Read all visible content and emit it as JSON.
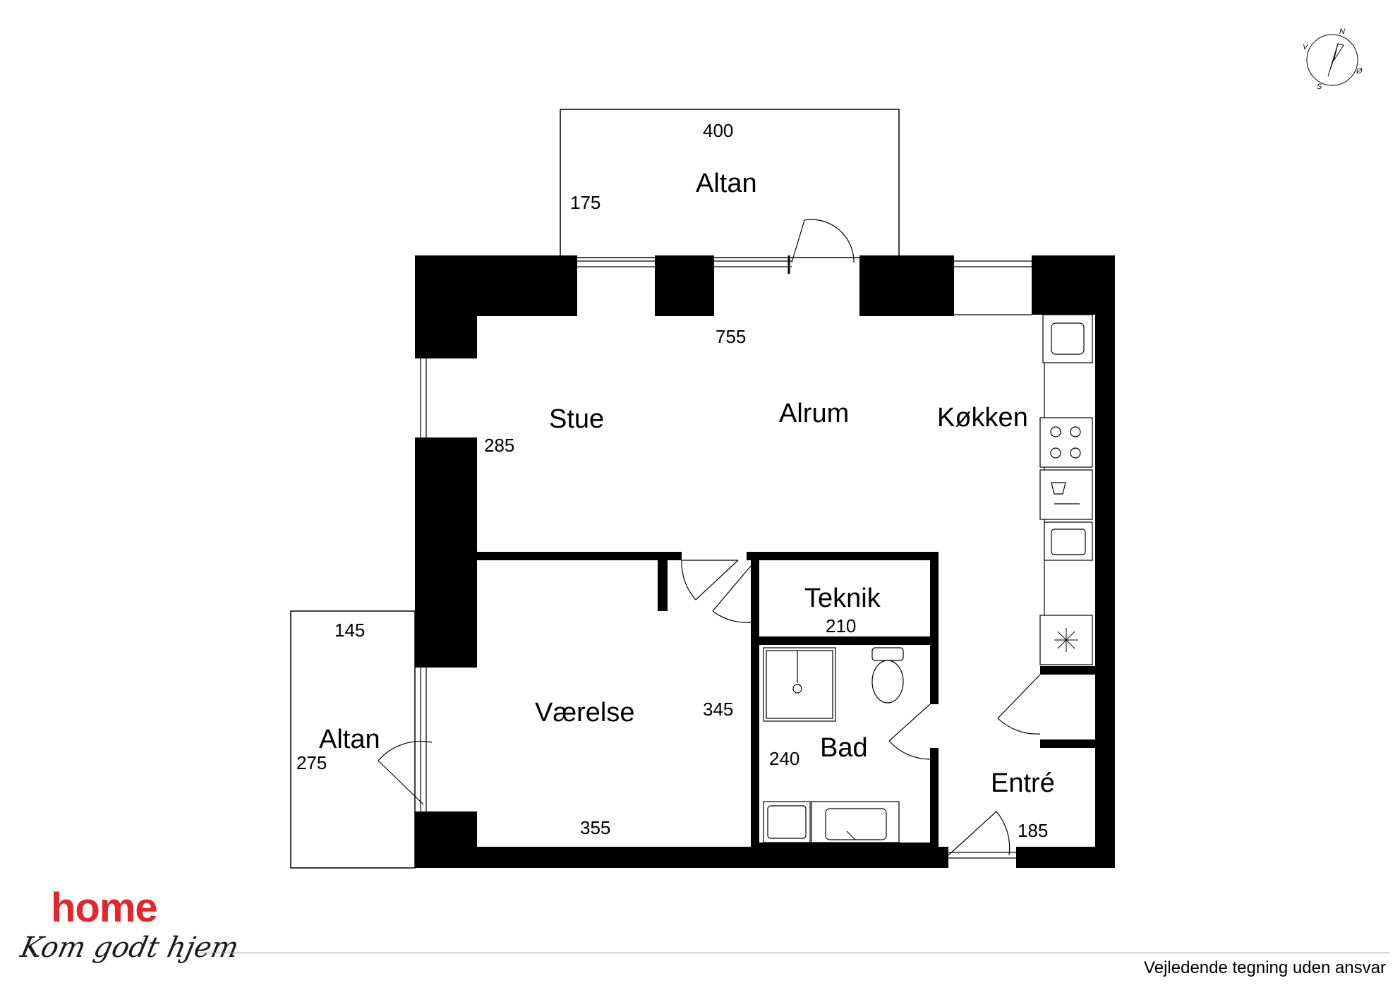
{
  "rooms": {
    "altan_top": "Altan",
    "stue": "Stue",
    "alrum": "Alrum",
    "kokken": "Køkken",
    "teknik": "Teknik",
    "vaerelse": "Værelse",
    "bad": "Bad",
    "altan_left": "Altan",
    "entre": "Entré"
  },
  "dimensions": {
    "altan_top_width": "400",
    "altan_top_depth": "175",
    "alrum_width": "755",
    "stue_depth": "285",
    "teknik_width": "210",
    "altan_left_width": "145",
    "altan_left_depth": "275",
    "vaerelse_depth": "345",
    "vaerelse_width": "355",
    "bad_depth": "240",
    "entre_width": "185"
  },
  "compass": {
    "north": "N",
    "south": "S",
    "east": "Ø",
    "west": "V"
  },
  "brand": {
    "name": "home",
    "slogan": "Kom godt hjem"
  },
  "footer": {
    "disclaimer": "Vejledende tegning uden ansvar"
  },
  "colors": {
    "brand_red": "#e4262c",
    "wall": "#000000"
  }
}
